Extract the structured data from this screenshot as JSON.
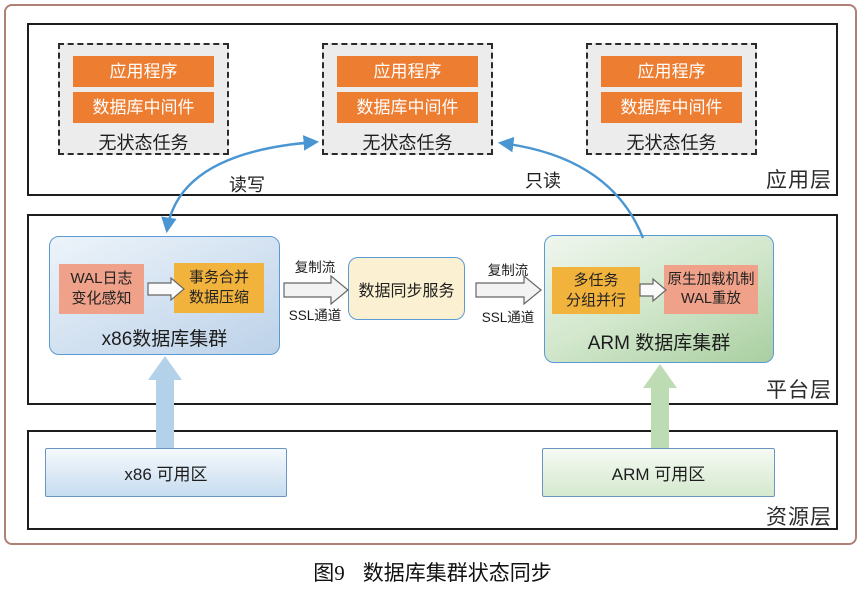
{
  "figure": {
    "caption_prefix": "图9",
    "caption_title": "数据库集群状态同步"
  },
  "app_layer": {
    "label": "应用层",
    "groups": [
      {
        "app": "应用程序",
        "middleware": "数据库中间件",
        "stateless": "无状态任务"
      },
      {
        "app": "应用程序",
        "middleware": "数据库中间件",
        "stateless": "无状态任务"
      },
      {
        "app": "应用程序",
        "middleware": "数据库中间件",
        "stateless": "无状态任务"
      }
    ],
    "read_write_label": "读写",
    "read_only_label": "只读"
  },
  "platform_layer": {
    "label": "平台层",
    "x86_cluster": {
      "title": "x86数据库集群",
      "wal_box": {
        "line1": "WAL日志",
        "line2": "变化感知"
      },
      "merge_box": {
        "line1": "事务合并",
        "line2": "数据压缩"
      }
    },
    "left_channel": {
      "stream": "复制流",
      "ssl": "SSL通道"
    },
    "sync_service": "数据同步服务",
    "right_channel": {
      "stream": "复制流",
      "ssl": "SSL通道"
    },
    "arm_cluster": {
      "title": "ARM 数据库集群",
      "multitask_box": {
        "line1": "多任务",
        "line2": "分组并行"
      },
      "replay_box": {
        "line1": "原生加载机制",
        "line2": "WAL重放"
      }
    }
  },
  "resource_layer": {
    "label": "资源层",
    "x86_zone": "x86 可用区",
    "arm_zone": "ARM 可用区"
  },
  "colors": {
    "orange_bar": "#ED7D31",
    "amber_box": "#F2B33D",
    "salmon_box": "#EFA189",
    "blue_border": "#5B9BD5",
    "curve_arrow_blue": "#4A96D2",
    "thick_arrow_blue": "#B3D2EA",
    "thick_arrow_green": "#BEDCB3",
    "frame_rose": "#AF8075"
  }
}
